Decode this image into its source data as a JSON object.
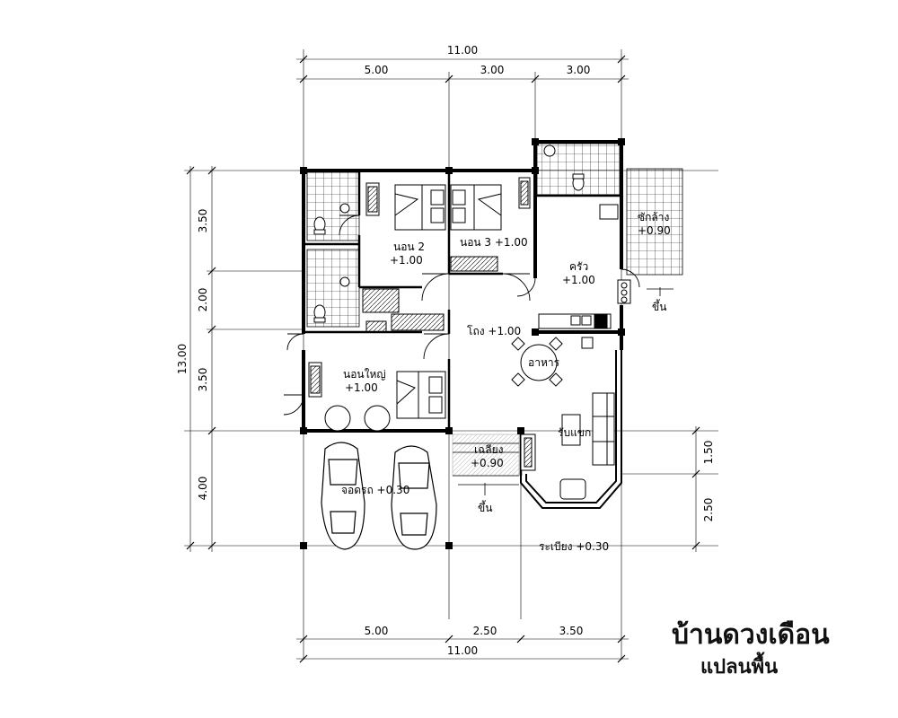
{
  "dimensions": {
    "top_total": "11.00",
    "top_segments": [
      "5.00",
      "3.00",
      "3.00"
    ],
    "bottom_total": "11.00",
    "bottom_segments": [
      "5.00",
      "2.50",
      "3.50"
    ],
    "left_total": "13.00",
    "left_segments": [
      "3.50",
      "2.00",
      "3.50",
      "4.00"
    ],
    "right_segments": [
      "1.50",
      "2.50"
    ]
  },
  "rooms": {
    "bedroom2": {
      "name": "นอน 2",
      "level": "+1.00"
    },
    "bedroom3": {
      "name": "นอน 3 +1.00",
      "level": "+1.00"
    },
    "master": {
      "name": "นอนใหญ่",
      "level": "+1.00"
    },
    "kitchen": {
      "name": "ครัว",
      "level": "+1.00"
    },
    "laundry": {
      "name": "ซักล้าง",
      "level": "+0.90"
    },
    "hall": {
      "name": "โถง +1.00"
    },
    "dining": {
      "name": "อาหาร"
    },
    "living": {
      "name": "รับแขก"
    },
    "entry": {
      "name": "เฉลียง",
      "level": "+0.90"
    },
    "garage": {
      "name": "จอดรถ +0.30"
    },
    "terrace": {
      "name": "ระเบียง +0.30"
    },
    "step_up_1": "ขึ้น",
    "step_up_2": "ขึ้น"
  },
  "title": {
    "main": "บ้านดวงเดือน",
    "sub": "แปลนพื้น"
  }
}
